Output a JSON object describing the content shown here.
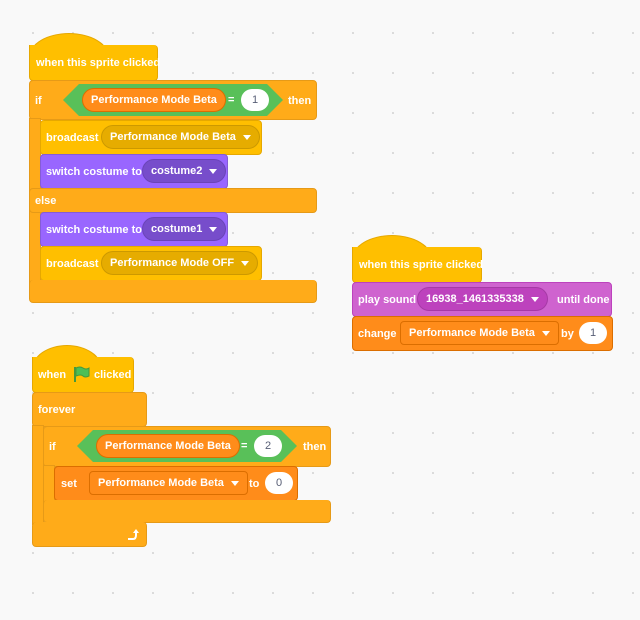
{
  "script1": {
    "hat": "when this sprite clicked",
    "if": "if",
    "variable": "Performance Mode Beta",
    "op": "=",
    "value": "1",
    "then": "then",
    "broadcast1": {
      "label": "broadcast",
      "message": "Performance Mode Beta"
    },
    "costume1": {
      "label": "switch costume to",
      "costume": "costume2"
    },
    "else": "else",
    "costume2": {
      "label": "switch costume to",
      "costume": "costume1"
    },
    "broadcast2": {
      "label": "broadcast",
      "message": "Performance Mode OFF"
    }
  },
  "script2": {
    "hat": "when this sprite clicked",
    "play": {
      "label": "play sound",
      "sound": "16938_1461335338",
      "suffix": "until done"
    },
    "change": {
      "label": "change",
      "variable": "Performance Mode Beta",
      "by": "by",
      "value": "1"
    }
  },
  "script3": {
    "hat_when": "when",
    "hat_clicked": "clicked",
    "forever": "forever",
    "if": "if",
    "variable": "Performance Mode Beta",
    "op": "=",
    "value": "2",
    "then": "then",
    "set": {
      "label": "set",
      "variable": "Performance Mode Beta",
      "to": "to",
      "value": "0"
    }
  },
  "colors": {
    "events": "#FFBF00",
    "control": "#FFAB19",
    "looks": "#9966FF",
    "sound": "#CF63CF",
    "variables": "#FF8C1A",
    "operators": "#59C059",
    "background": "#F9F9F9"
  }
}
